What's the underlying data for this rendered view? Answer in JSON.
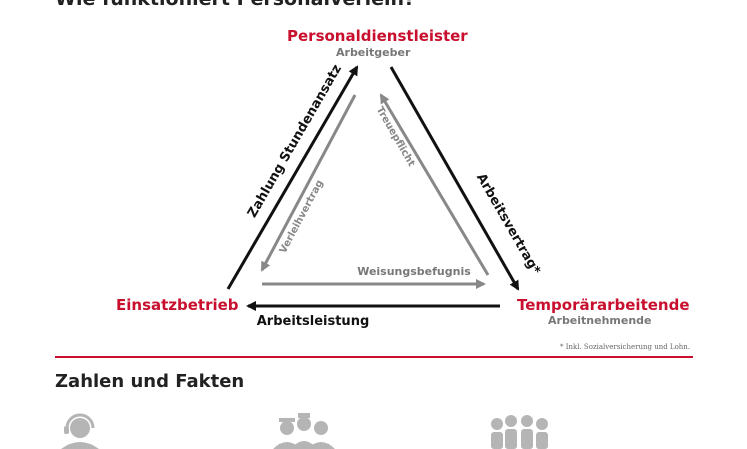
{
  "header": {
    "title": "Wie funktioniert Personalverleih?"
  },
  "nodes": {
    "top": {
      "title": "Personaldienstleister",
      "subtitle": "Arbeitgeber"
    },
    "left": {
      "title": "Einsatzbetrieb"
    },
    "right": {
      "title": "Temporärarbeitende",
      "subtitle": "Arbeitnehmende"
    }
  },
  "edges": {
    "outer_left": "Zahlung Stundenansatz",
    "outer_right": "Arbeitsvertrag*",
    "outer_bottom": "Arbeitsleistung",
    "inner_left": "Verleihvertrag",
    "inner_right": "Treuepflicht",
    "inner_bottom": "Weisungsbefugnis"
  },
  "footnote": "* Inkl. Sozialversicherung und Lohn.",
  "facts": {
    "title": "Zahlen und Fakten",
    "icons": [
      "headset-person-icon",
      "workers-group-icon",
      "crowd-icon"
    ]
  },
  "colors": {
    "accent": "#c8102e",
    "dark_arrow": "#111111",
    "gray_arrow": "#888888"
  }
}
